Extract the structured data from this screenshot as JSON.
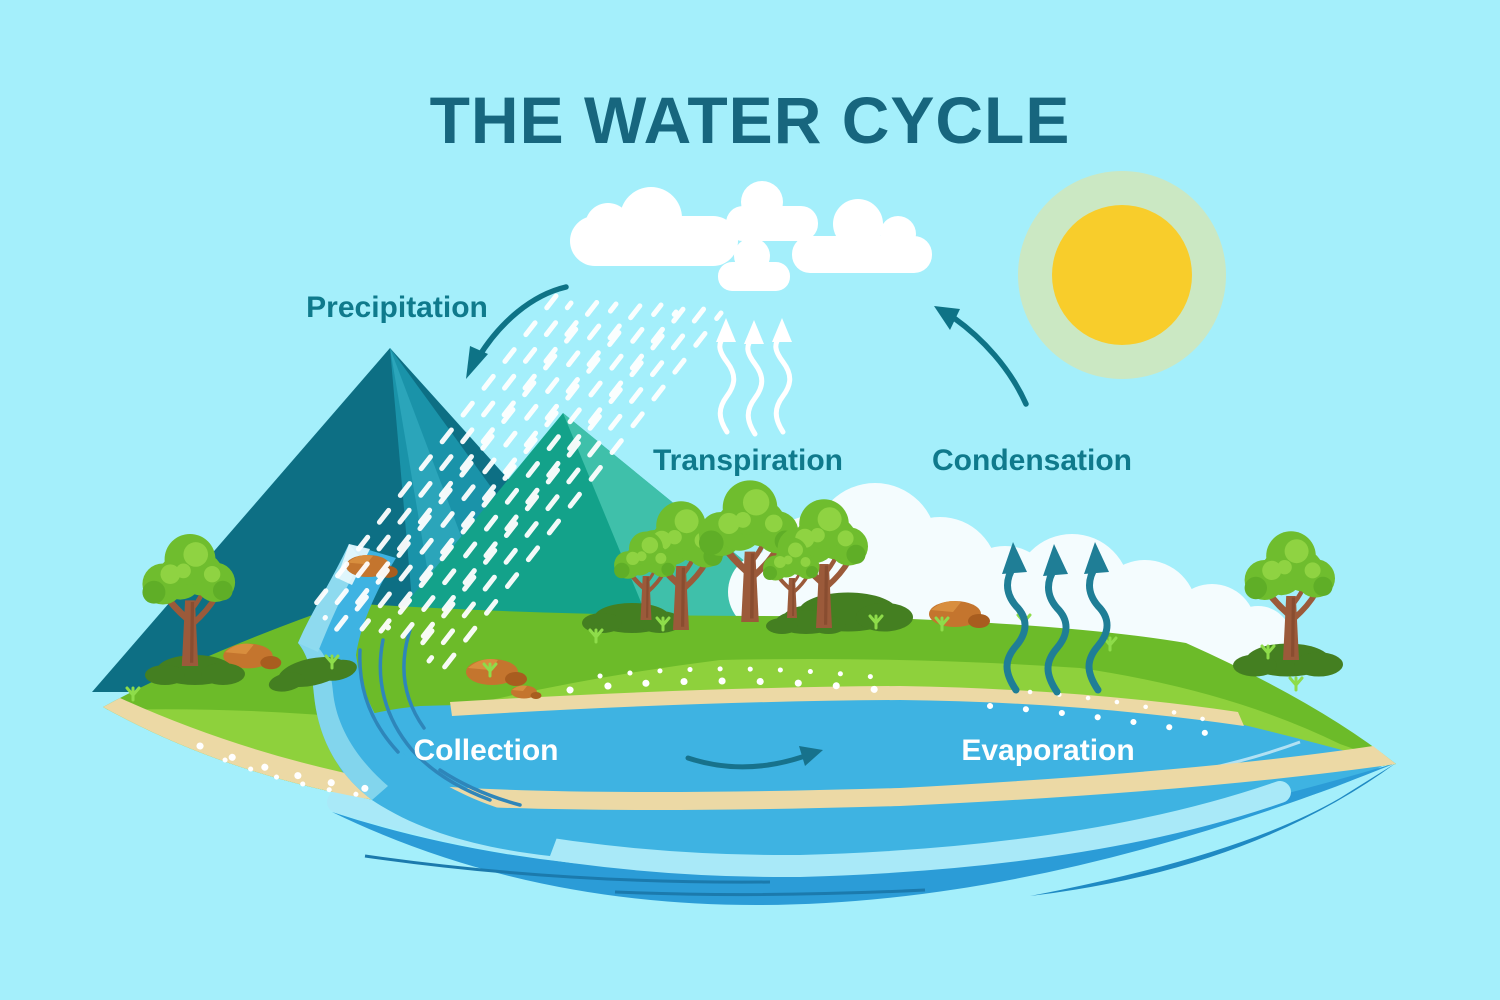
{
  "title": {
    "text": "THE WATER CYCLE",
    "color": "#17667e"
  },
  "stages": [
    {
      "id": "precipitation",
      "label": "Precipitation",
      "label_color": "#0f7a8c"
    },
    {
      "id": "transpiration",
      "label": "Transpiration",
      "label_color": "#0f7a8c"
    },
    {
      "id": "condensation",
      "label": "Condensation",
      "label_color": "#0f7a8c"
    },
    {
      "id": "collection",
      "label": "Collection",
      "label_color": "#ffffff"
    },
    {
      "id": "evaporation",
      "label": "Evaporation",
      "label_color": "#ffffff"
    }
  ],
  "icons": [
    "sun-icon",
    "cloud-icon",
    "rain-icon",
    "mountain-icon",
    "tree-icon",
    "bush-icon",
    "rock-icon",
    "sprout-icon",
    "wavy-arrow-up-icon",
    "curved-arrow-icon",
    "river-icon",
    "lake-icon",
    "island-icon"
  ],
  "colors": {
    "sky": "#a4effb",
    "title_text": "#17667e",
    "stage_label_teal": "#0f7a8c",
    "stage_label_white": "#ffffff",
    "sun_core": "#f8cd2b",
    "sun_halo": "#cbe8c3",
    "cloud_white": "#ffffff",
    "rain_white": "#ffffff",
    "arrow_teal": "#0e7386",
    "evaporation_arrow_teal": "#1f7e96",
    "mountain_blue_dark": "#0d6f84",
    "mountain_blue_mid": "#1a93a9",
    "mountain_blue_light": "#2ba5ba",
    "mountain_green": "#13a28a",
    "mountain_green_light": "#3fc0aa",
    "grass_mid": "#6cbb29",
    "grass_light": "#8ed13c",
    "grass_dark": "#447f21",
    "sand": "#ecd9a5",
    "water_surface": "#3eb3e2",
    "water_deep": "#2b9cd7",
    "water_deep_dark": "#1f8ac3",
    "water_highlight": "#a9e9f8",
    "tree_foliage": "#6fbd2e",
    "tree_foliage_light": "#8fd342",
    "tree_trunk": "#9b5a3a",
    "rock_orange": "#c4752e"
  }
}
